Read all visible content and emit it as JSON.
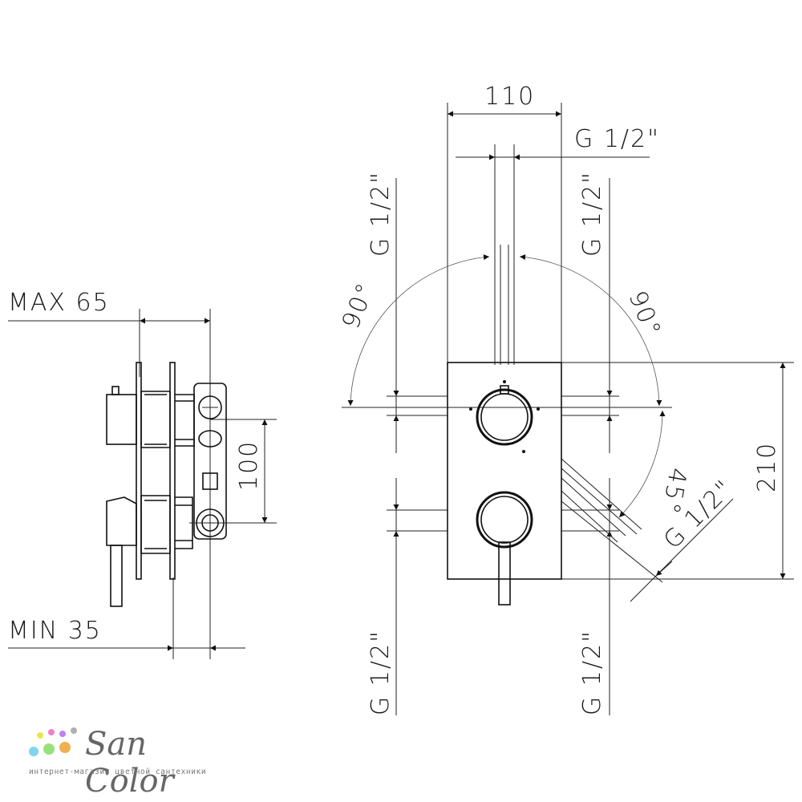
{
  "labels": {
    "max_depth": "MAX 65",
    "min_depth": "MIN 35",
    "spacing_side": "100",
    "width_front": "110",
    "height_front": "210",
    "thread_top": "G 1/2\"",
    "thread_upper_left": "G 1/2\"",
    "thread_upper_right": "G 1/2\"",
    "thread_lower_left": "G 1/2\"",
    "thread_lower_right": "G 1/2\"",
    "thread_diagonal": "G 1/2\"",
    "angle_left": "90°",
    "angle_right": "90°",
    "angle_diagonal": "45°"
  },
  "logo": {
    "brand": "San Color",
    "tagline": "интернет-магазин цветной сантехники",
    "dot_colors": [
      "#e8e84a",
      "#7fd4f0",
      "#f07fc8",
      "#9ae07a",
      "#f0b050",
      "#c07ff0",
      "#b0b0b0"
    ]
  }
}
